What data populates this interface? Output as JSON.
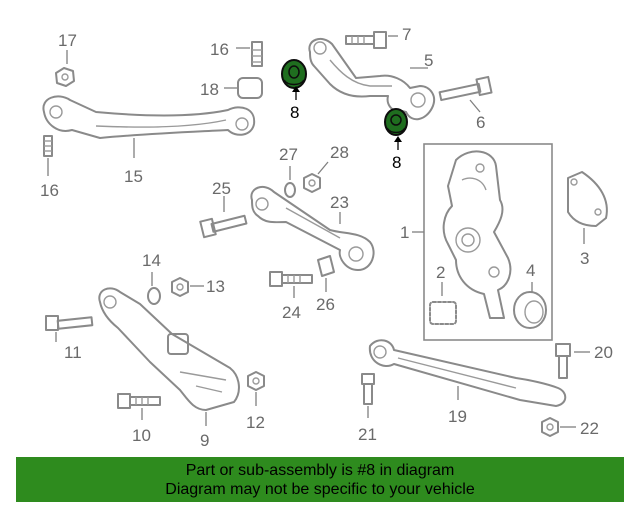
{
  "callouts": {
    "n1": "1",
    "n2": "2",
    "n3": "3",
    "n4": "4",
    "n5": "5",
    "n6": "6",
    "n7": "7",
    "n8a": "8",
    "n8b": "8",
    "n9": "9",
    "n10": "10",
    "n11": "11",
    "n12": "12",
    "n13": "13",
    "n14": "14",
    "n15": "15",
    "n16a": "16",
    "n16b": "16",
    "n17": "17",
    "n18": "18",
    "n19": "19",
    "n20": "20",
    "n21": "21",
    "n22": "22",
    "n23": "23",
    "n24": "24",
    "n25": "25",
    "n26": "26",
    "n27": "27",
    "n28": "28"
  },
  "banner": {
    "line1": "Part or sub-assembly is #8 in diagram",
    "line2": "Diagram may not be specific to your vehicle"
  },
  "colors": {
    "highlight": "#1f6e1f",
    "banner": "#2e8b1e",
    "line": "#8a8a8a"
  }
}
